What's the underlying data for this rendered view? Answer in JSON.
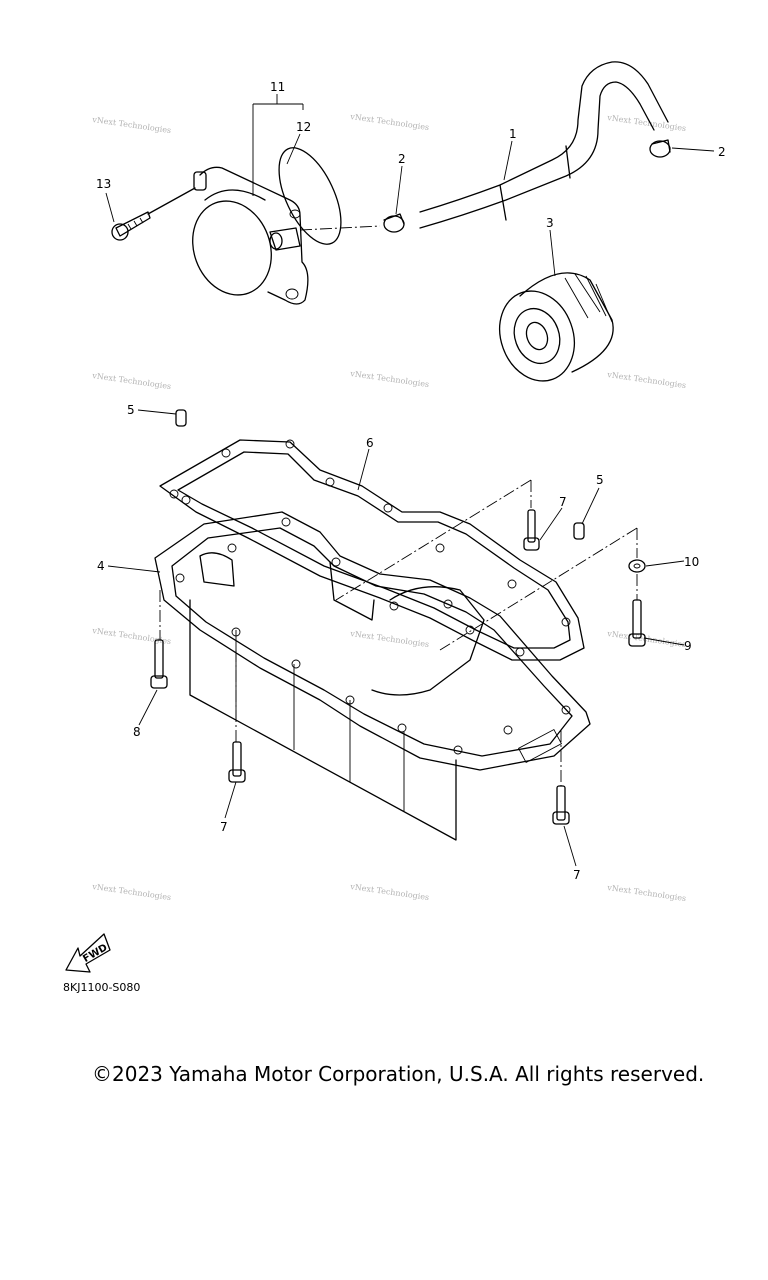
{
  "callouts": [
    "1",
    "2",
    "2",
    "3",
    "4",
    "5",
    "5",
    "6",
    "7",
    "7",
    "7",
    "8",
    "9",
    "10",
    "11",
    "12",
    "13"
  ],
  "watermark": "vNext Technologies",
  "fwd_label": "FWD",
  "diagram_code": "8KJ1100-S080",
  "copyright": "©2023 Yamaha Motor Corporation, U.S.A. All rights reserved."
}
